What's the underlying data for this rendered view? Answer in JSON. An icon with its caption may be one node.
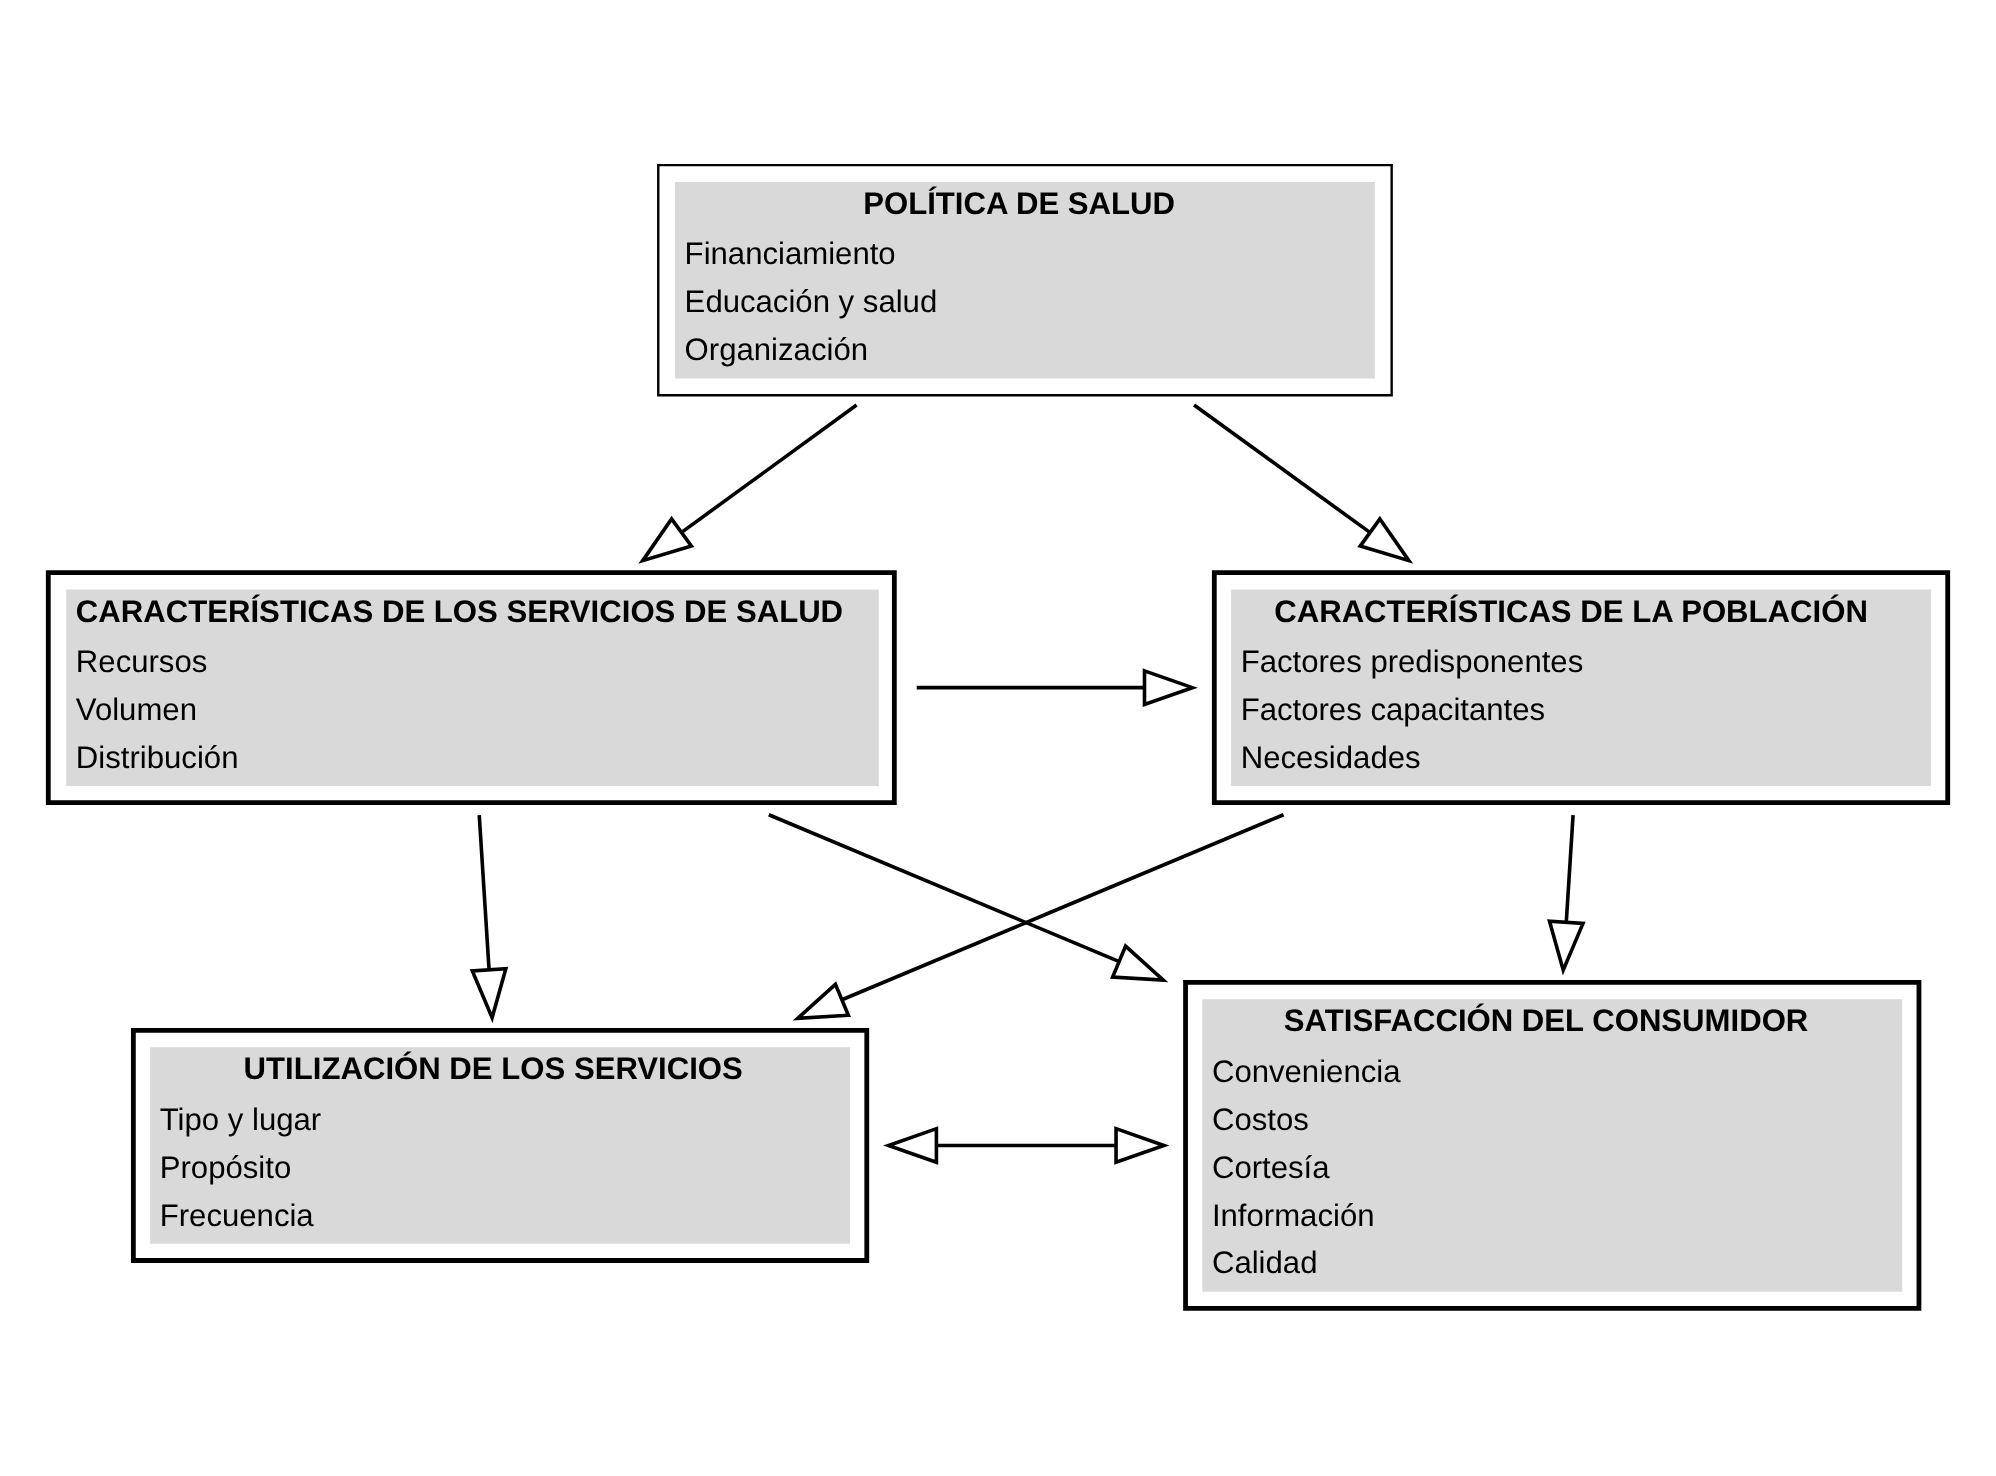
{
  "diagram": {
    "nodes": [
      {
        "text": [
          "POLÍTICA DE SALUD",
          "Financiamiento",
          "Educación y salud",
          "Organización"
        ]
      },
      {
        "text": [
          "CARACTERÍSTICAS DE LOS SERVICIOS DE SALUD",
          "Recursos",
          "Volumen",
          "Distribución"
        ]
      },
      {
        "text": [
          "CARACTERÍSTICAS DE LA POBLACIÓN",
          "Factores predisponentes",
          "Factores capacitantes",
          "Necesidades"
        ]
      },
      {
        "text": [
          "UTILIZACIÓN DE LOS SERVICIOS",
          "Tipo y lugar",
          "Propósito",
          "Frecuencia"
        ]
      },
      {
        "text": [
          "SATISFACCIÓN DEL CONSUMIDOR",
          "Conveniencia",
          "Costos",
          "Cortesía",
          "Información",
          "Calidad"
        ]
      }
    ],
    "edges": [
      {
        "from": 0,
        "to": 1,
        "arrow": "to"
      },
      {
        "from": 0,
        "to": 2,
        "arrow": "to"
      },
      {
        "from": 1,
        "to": 2,
        "arrow": "to"
      },
      {
        "from": 1,
        "to": 3,
        "arrow": "to"
      },
      {
        "from": 2,
        "to": 4,
        "arrow": "to"
      },
      {
        "from": 1,
        "to": 4,
        "arrow": "to"
      },
      {
        "from": 2,
        "to": 3,
        "arrow": "to"
      },
      {
        "from": 3,
        "to": 4,
        "arrow": "both"
      }
    ]
  }
}
